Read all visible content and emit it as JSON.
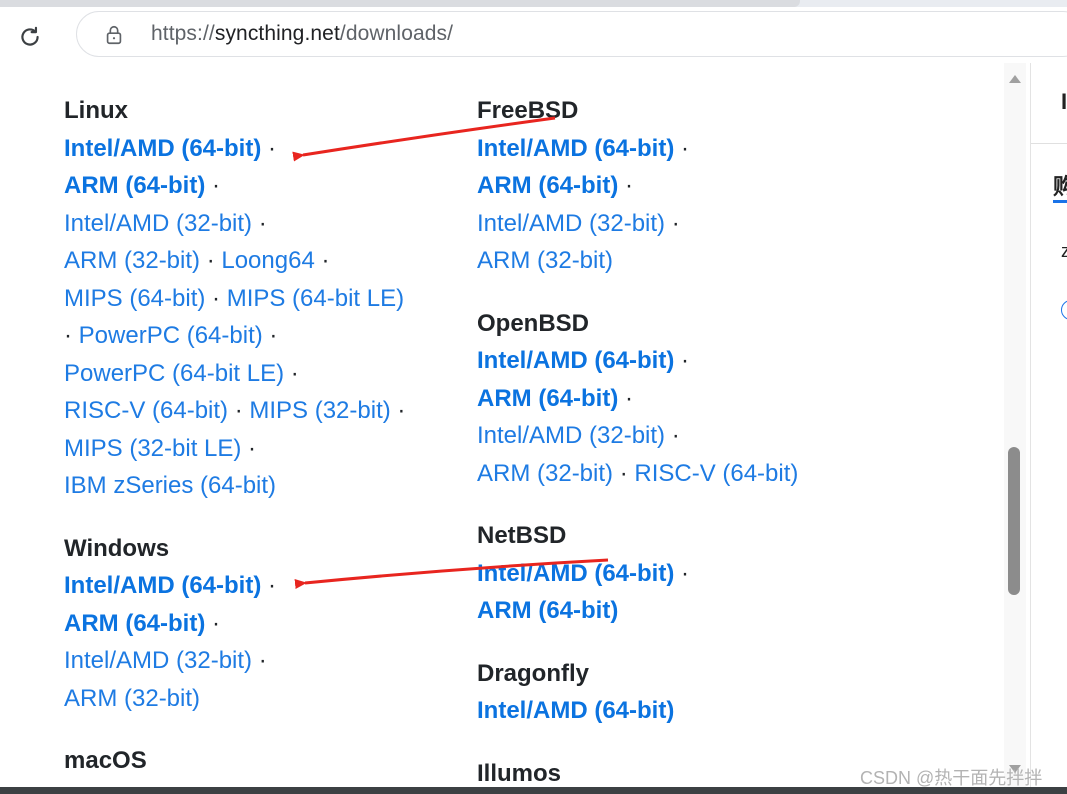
{
  "browser": {
    "url_scheme": "https://",
    "url_host": "syncthing.net",
    "url_path": "/downloads/"
  },
  "page": {
    "left_column": [
      {
        "os": "Linux",
        "rows": [
          [
            {
              "text": "Intel/AMD (64-bit)",
              "bold": true
            },
            {
              "sep": " ·"
            }
          ],
          [
            {
              "text": "ARM (64-bit)",
              "bold": true
            },
            {
              "sep": " ·"
            }
          ],
          [
            {
              "text": "Intel/AMD (32-bit)"
            },
            {
              "sep": " ·"
            }
          ],
          [
            {
              "text": "ARM (32-bit)"
            },
            {
              "sep": " · "
            },
            {
              "text": "Loong64"
            },
            {
              "sep": " ·"
            }
          ],
          [
            {
              "text": "MIPS (64-bit)"
            },
            {
              "sep": " · "
            },
            {
              "text": "MIPS (64-bit LE)"
            }
          ],
          [
            {
              "sep": "· "
            },
            {
              "text": "PowerPC (64-bit)"
            },
            {
              "sep": " ·"
            }
          ],
          [
            {
              "text": "PowerPC (64-bit LE)"
            },
            {
              "sep": " ·"
            }
          ],
          [
            {
              "text": "RISC-V (64-bit)"
            },
            {
              "sep": " · "
            },
            {
              "text": "MIPS (32-bit)"
            },
            {
              "sep": " ·"
            }
          ],
          [
            {
              "text": "MIPS (32-bit LE)"
            },
            {
              "sep": " ·"
            }
          ],
          [
            {
              "text": "IBM zSeries (64-bit)"
            }
          ]
        ]
      },
      {
        "os": "Windows",
        "rows": [
          [
            {
              "text": "Intel/AMD (64-bit)",
              "bold": true
            },
            {
              "sep": " ·"
            }
          ],
          [
            {
              "text": "ARM (64-bit)",
              "bold": true
            },
            {
              "sep": " ·"
            }
          ],
          [
            {
              "text": "Intel/AMD (32-bit)"
            },
            {
              "sep": " ·"
            }
          ],
          [
            {
              "text": "ARM (32-bit)"
            }
          ]
        ]
      },
      {
        "os": "macOS",
        "rows": []
      }
    ],
    "right_column": [
      {
        "os": "FreeBSD",
        "rows": [
          [
            {
              "text": "Intel/AMD (64-bit)",
              "bold": true
            },
            {
              "sep": " ·"
            }
          ],
          [
            {
              "text": "ARM (64-bit)",
              "bold": true
            },
            {
              "sep": " ·"
            }
          ],
          [
            {
              "text": "Intel/AMD (32-bit)"
            },
            {
              "sep": " ·"
            }
          ],
          [
            {
              "text": "ARM (32-bit)"
            }
          ]
        ]
      },
      {
        "os": "OpenBSD",
        "rows": [
          [
            {
              "text": "Intel/AMD (64-bit)",
              "bold": true
            },
            {
              "sep": " ·"
            }
          ],
          [
            {
              "text": "ARM (64-bit)",
              "bold": true
            },
            {
              "sep": " ·"
            }
          ],
          [
            {
              "text": "Intel/AMD (32-bit)"
            },
            {
              "sep": " ·"
            }
          ],
          [
            {
              "text": "ARM (32-bit)"
            },
            {
              "sep": " · "
            },
            {
              "text": "RISC-V (64-bit)"
            }
          ]
        ]
      },
      {
        "os": "NetBSD",
        "rows": [
          [
            {
              "text": "Intel/AMD (64-bit)",
              "bold": true
            },
            {
              "sep": " ·"
            }
          ],
          [
            {
              "text": "ARM (64-bit)",
              "bold": true
            }
          ]
        ]
      },
      {
        "os": "Dragonfly",
        "rows": [
          [
            {
              "text": "Intel/AMD (64-bit)",
              "bold": true
            }
          ]
        ]
      },
      {
        "os": "Illumos",
        "rows": []
      }
    ]
  },
  "side_panel": {
    "glyph_top": "I",
    "glyph_tab": "购",
    "glyph_mid": "z"
  },
  "watermark": "CSDN @热干面先拌拌",
  "annotation_color": "#e8251f"
}
